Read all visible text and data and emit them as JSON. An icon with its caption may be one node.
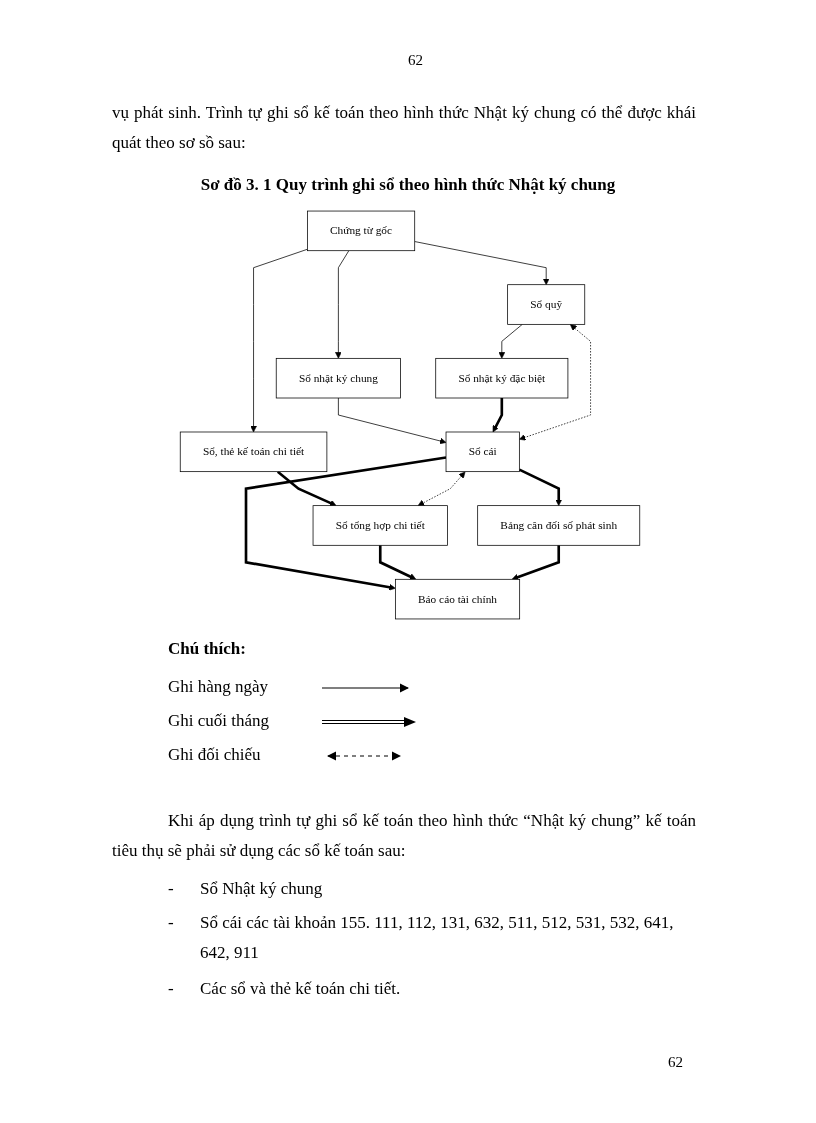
{
  "diagram": {
    "title": "Sơ đồ 3. 1 Quy trình ghi sổ theo hình thức Nhật ký chung",
    "nodes": [
      {
        "text": [
          "Chứng từ gốc"
        ]
      },
      {
        "text": [
          "Sổ quỹ"
        ]
      },
      {
        "text": [
          "Sổ nhật ký chung"
        ]
      },
      {
        "text": [
          "Sổ, thẻ kế toán chi tiết"
        ]
      },
      {
        "text": [
          "Sổ nhật ký đặc biệt"
        ]
      },
      {
        "text": [
          "Sổ cái"
        ]
      },
      {
        "text": [
          "Sổ tổng hợp chi tiết"
        ]
      },
      {
        "text": [
          "Bảng cân đối số phát sinh"
        ]
      },
      {
        "text": [
          "Báo cáo tài chính"
        ]
      }
    ],
    "edges": [
      {
        "from": 0,
        "to": 1,
        "arrow": "to"
      },
      {
        "from": 0,
        "to": 2,
        "arrow": "to"
      },
      {
        "from": 0,
        "to": 3,
        "arrow": "to"
      },
      {
        "from": 1,
        "to": 4,
        "arrow": "to"
      },
      {
        "from": 2,
        "to": 5,
        "arrow": "to"
      },
      {
        "from": 4,
        "to": 5,
        "arrow": "to",
        "style": "thick"
      },
      {
        "from": 3,
        "to": 6,
        "arrow": "to",
        "style": "thick"
      },
      {
        "from": 1,
        "to": 5,
        "arrow": "both",
        "style": "dashed"
      },
      {
        "from": 5,
        "to": 6,
        "arrow": "both",
        "style": "dashed"
      },
      {
        "from": 5,
        "to": 7,
        "arrow": "to",
        "style": "thick"
      },
      {
        "from": 5,
        "to": 8,
        "arrow": "to",
        "style": "thick"
      },
      {
        "from": 6,
        "to": 8,
        "arrow": "to",
        "style": "thick"
      },
      {
        "from": 7,
        "to": 8,
        "arrow": "to",
        "style": "thick"
      }
    ],
    "labels": [
      "62",
      "vụ phát sinh. Trình tự ghi sổ kế toán theo hình thức Nhật ký chung có thể được khái quát theo sơ sồ sau:",
      "Chú thích:",
      "Khi áp dụng trình tự ghi sổ kế toán theo hình thức “Nhật ký chung” kế toán tiêu thụ sẽ phải sử dụng các sổ kế toán sau:",
      "-",
      "Sổ Nhật ký chung",
      "-",
      "Sổ cái các tài khoản 155. 111, 112, 131, 632, 511, 512, 531, 532, 641, 642, 911",
      "-",
      "Các sổ và thẻ kế toán chi tiết.",
      "62"
    ],
    "legend": [
      {
        "text": "Ghi hàng ngày"
      },
      {
        "text": "Ghi cuối tháng"
      },
      {
        "text": "Ghi đối chiếu"
      }
    ]
  }
}
